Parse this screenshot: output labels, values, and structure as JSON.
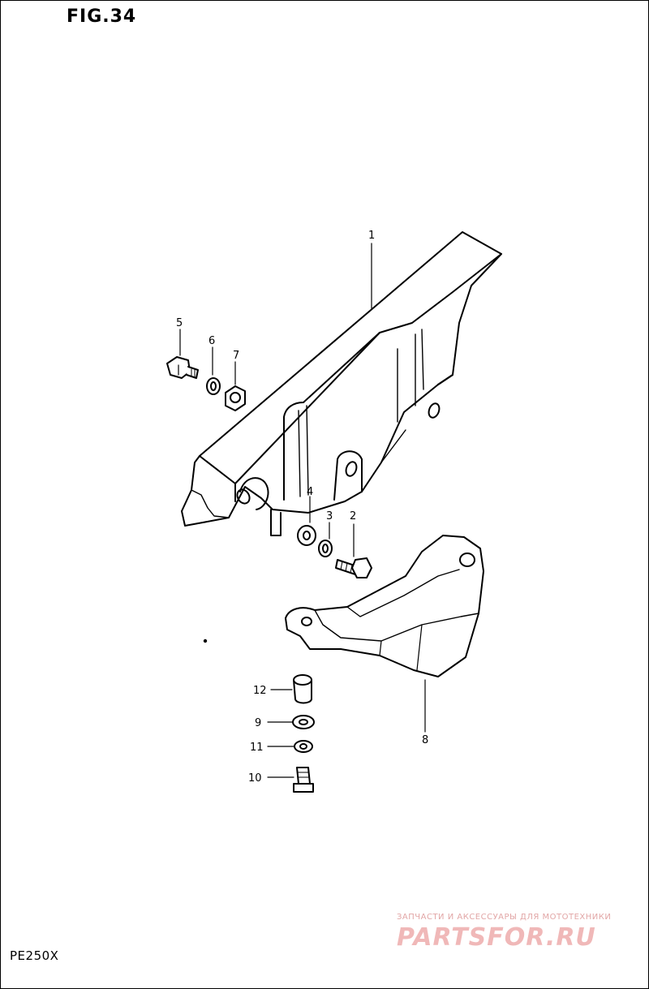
{
  "header": {
    "figure_label": "FIG.34"
  },
  "footer": {
    "model": "PE250X"
  },
  "watermark": {
    "tagline": "ЗАПЧАСТИ И АКСЕССУАРЫ ДЛЯ МОТОТЕХНИКИ",
    "brand": "PARTSFOR.RU"
  },
  "callouts": {
    "c1": "1",
    "c2": "2",
    "c3": "3",
    "c4": "4",
    "c5": "5",
    "c6": "6",
    "c7": "7",
    "c8": "8",
    "c9": "9",
    "c10": "10",
    "c11": "11",
    "c12": "12"
  }
}
